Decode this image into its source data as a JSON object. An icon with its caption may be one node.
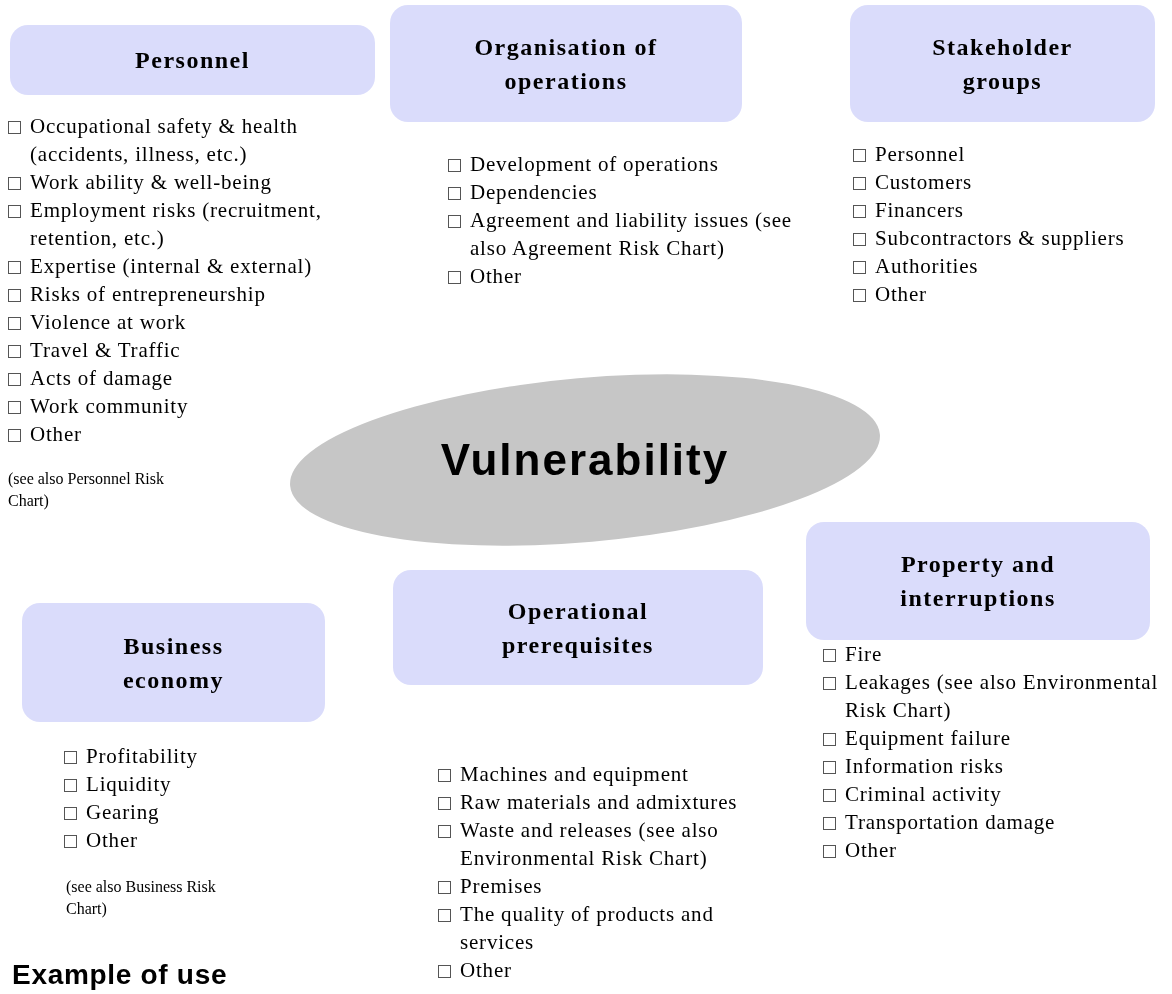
{
  "diagram": {
    "nodes": [
      {
        "text": [
          "Personnel"
        ],
        "beside": [
          "Occupational safety & health (accidents, illness, etc.)",
          "Work ability & well-being",
          "Employment risks (recruitment, retention, etc.)",
          "Expertise (internal & external)",
          "Risks of entrepreneurship",
          "Violence at work",
          "Travel & Traffic",
          "Acts of damage",
          "Work community",
          "Other"
        ]
      },
      {
        "text": [
          "Organisation of operations"
        ],
        "beside": [
          "Development of operations",
          "Dependencies",
          "Agreement and liability issues (see also Agreement Risk Chart)",
          "Other"
        ]
      },
      {
        "text": [
          "Stakeholder groups"
        ],
        "beside": [
          "Personnel",
          "Customers",
          "Financers",
          "Subcontractors & suppliers",
          "Authorities",
          "Other"
        ]
      },
      {
        "text": [
          "Vulnerability"
        ]
      },
      {
        "text": [
          "Business economy"
        ],
        "beside": [
          "Profitability",
          "Liquidity",
          "Gearing",
          "Other"
        ]
      },
      {
        "text": [
          "Operational prerequisites"
        ],
        "beside": [
          "Machines and equipment",
          "Raw materials and admixtures",
          "Waste and releases (see also Environmental Risk Chart)",
          "Premises",
          "The quality of products and services",
          "Other"
        ]
      },
      {
        "text": [
          "Property and interruptions"
        ],
        "beside": [
          "Fire",
          "Leakages (see also Environmental Risk Chart)",
          "Equipment failure",
          "Information risks",
          "Criminal activity",
          "Transportation damage",
          "Other"
        ]
      }
    ],
    "labels": [
      "(see also Personnel Risk Chart)",
      "(see also Business Risk Chart)",
      "Example of use"
    ]
  }
}
